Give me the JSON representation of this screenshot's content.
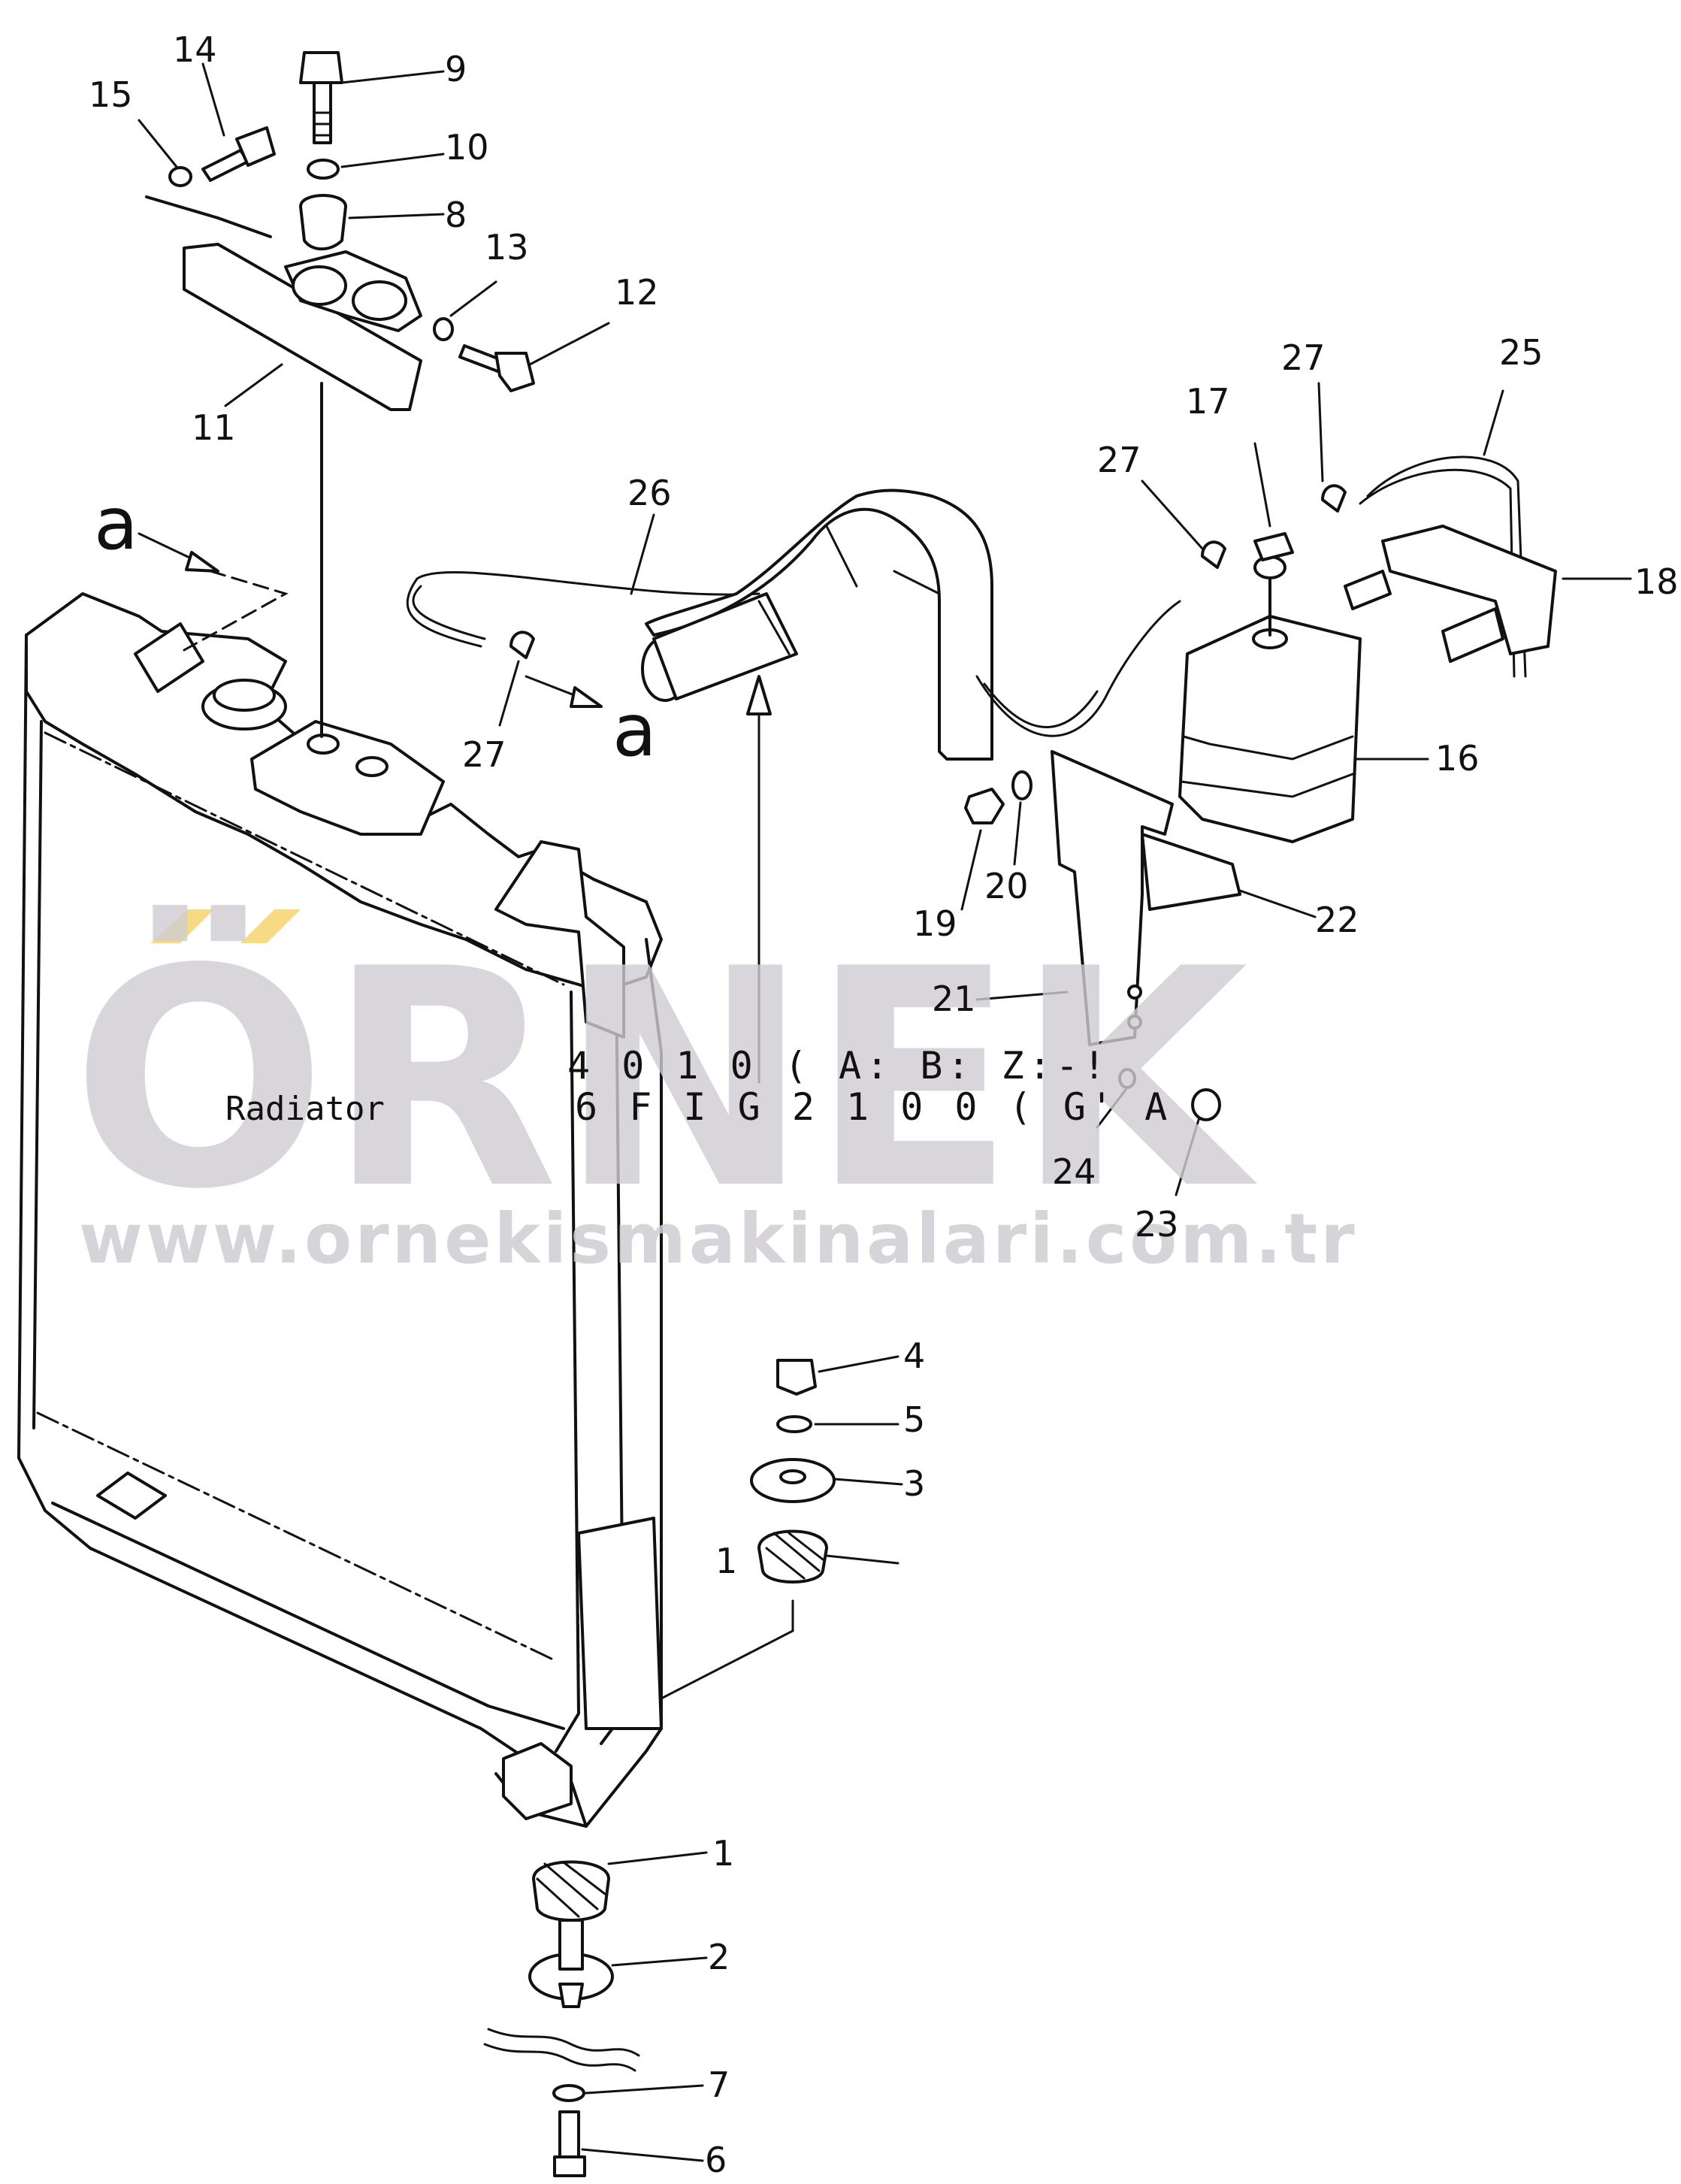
{
  "diagram": {
    "callouts": [
      "1",
      "1",
      "2",
      "3",
      "4",
      "5",
      "6",
      "7",
      "8",
      "9",
      "10",
      "11",
      "12",
      "13",
      "14",
      "15",
      "16",
      "17",
      "18",
      "19",
      "20",
      "21",
      "22",
      "23",
      "24",
      "25",
      "26",
      "27",
      "27",
      "27"
    ],
    "view_marker": "a",
    "component_label": "Radiator",
    "stamp_line_1": "4 0 1 0 ( A: B: Z:-!",
    "stamp_line_2": "6 F I G 2 1 0 0 ( G' A"
  },
  "watermark": {
    "brand": "ÖRNEK",
    "url": "www.ornekismakinalari.com.tr",
    "accent_color": "#f5d56e",
    "text_color": "#cfcdd2"
  }
}
